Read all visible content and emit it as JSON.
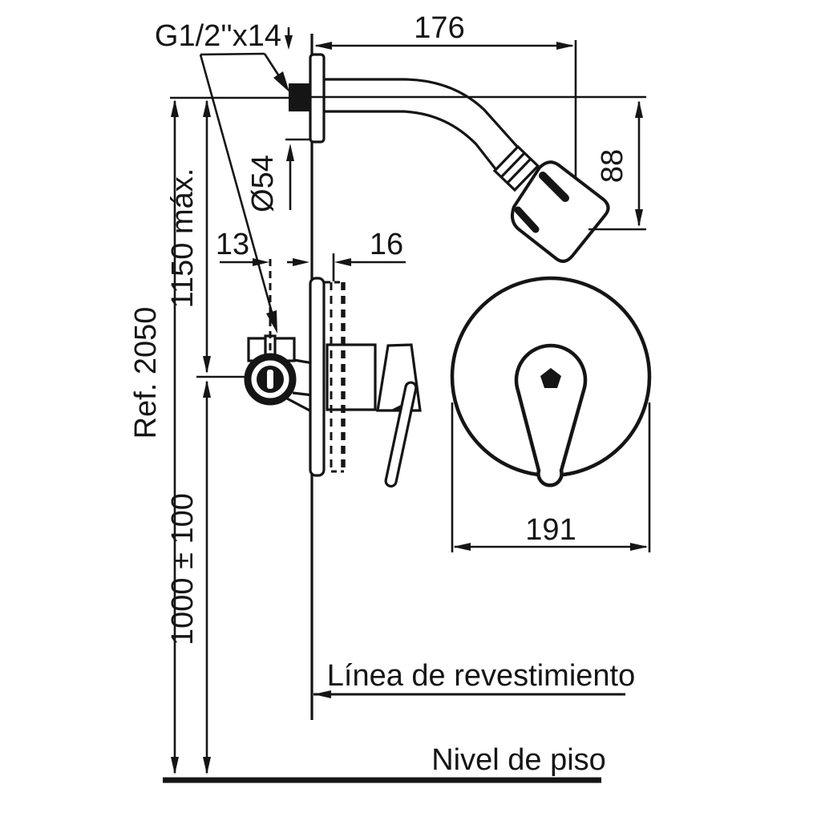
{
  "drawing": {
    "product_labels": {
      "thread_spec": "G1/2''x14",
      "lining_line": "Línea de revestimiento",
      "floor_level": "Nivel de piso"
    },
    "dimensions": {
      "arm_reach": "176",
      "head_height": "88",
      "flange_diameter": "Ø54",
      "recess_min": "13",
      "recess_max": "16",
      "shower_max_height": "1150 máx.",
      "reference_code": "Ref. 2050",
      "valve_height": "1000 ± 100",
      "plate_diameter": "191"
    },
    "colors": {
      "ink": "#151515",
      "background": "#ffffff"
    }
  }
}
